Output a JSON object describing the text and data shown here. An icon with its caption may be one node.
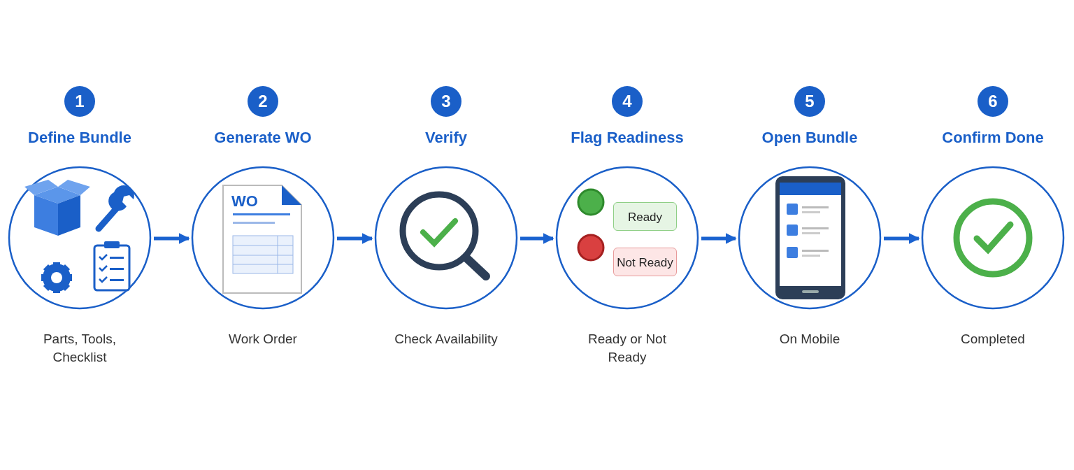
{
  "diagram": {
    "nodes": [
      {
        "text": [
          "1",
          "Define Bundle"
        ],
        "beside": [
          "Parts, Tools, Checklist"
        ]
      },
      {
        "text": [
          "2",
          "Generate WO"
        ],
        "beside": [
          "Work Order"
        ]
      },
      {
        "text": [
          "3",
          "Verify"
        ],
        "beside": [
          "Check Availability"
        ]
      },
      {
        "text": [
          "4",
          "Flag Readiness"
        ],
        "beside": [
          "Ready or Not Ready"
        ]
      },
      {
        "text": [
          "Ready"
        ],
        "in": 3
      },
      {
        "text": [
          "Not Ready"
        ],
        "in": 3
      },
      {
        "text": [
          "5",
          "Open Bundle"
        ],
        "beside": [
          "On Mobile"
        ]
      },
      {
        "text": [
          "6",
          "Confirm Done"
        ],
        "beside": [
          "Completed"
        ]
      }
    ],
    "edges": [
      {
        "from": 0,
        "to": 1,
        "arrow": "to"
      },
      {
        "from": 1,
        "to": 2,
        "arrow": "to"
      },
      {
        "from": 2,
        "to": 3,
        "arrow": "to"
      },
      {
        "from": 3,
        "to": 6,
        "arrow": "to"
      },
      {
        "from": 6,
        "to": 7,
        "arrow": "to"
      }
    ],
    "labels": [
      "WO"
    ]
  }
}
